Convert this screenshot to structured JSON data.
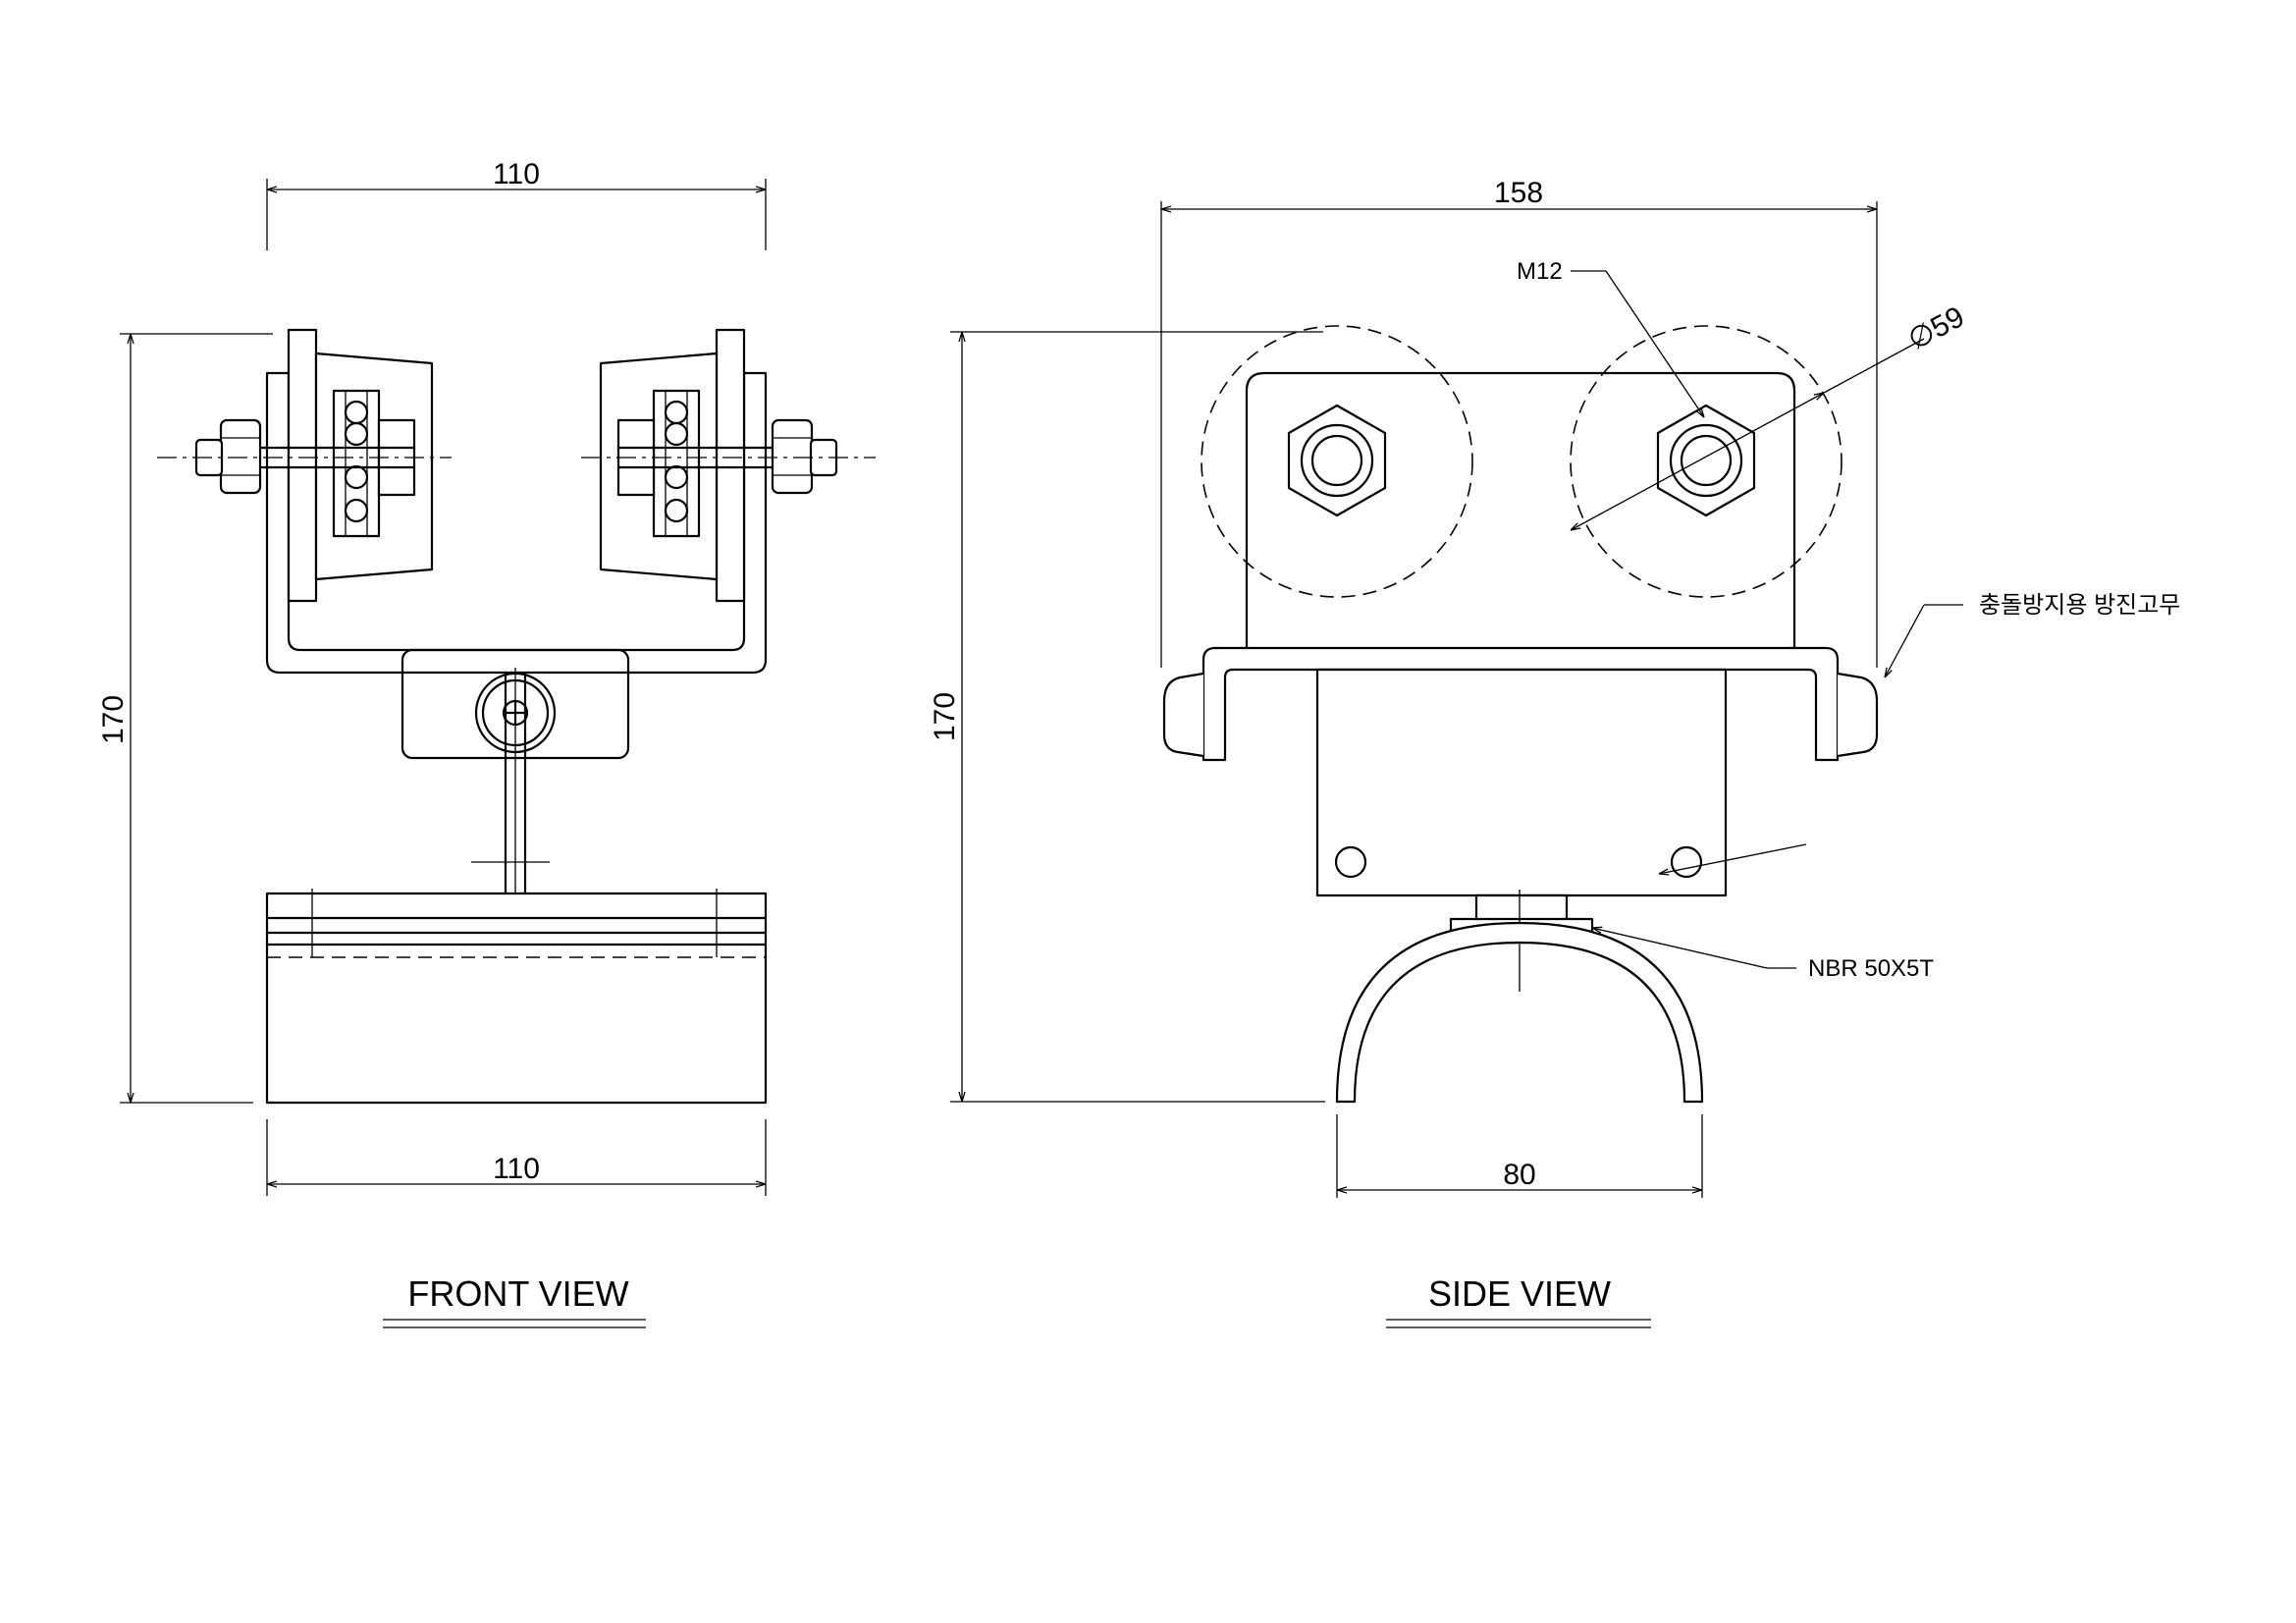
{
  "front_view": {
    "title": "FRONT VIEW",
    "dim_top": "110",
    "dim_bottom": "110",
    "dim_height": "170"
  },
  "side_view": {
    "title": "SIDE VIEW",
    "dim_top": "158",
    "dim_height": "170",
    "dim_bottom": "80",
    "dim_diameter": "∅59",
    "label_bolt": "M12",
    "label_rubber": "충돌방지용 방진고무",
    "label_nbr": "NBR 50X5T"
  }
}
